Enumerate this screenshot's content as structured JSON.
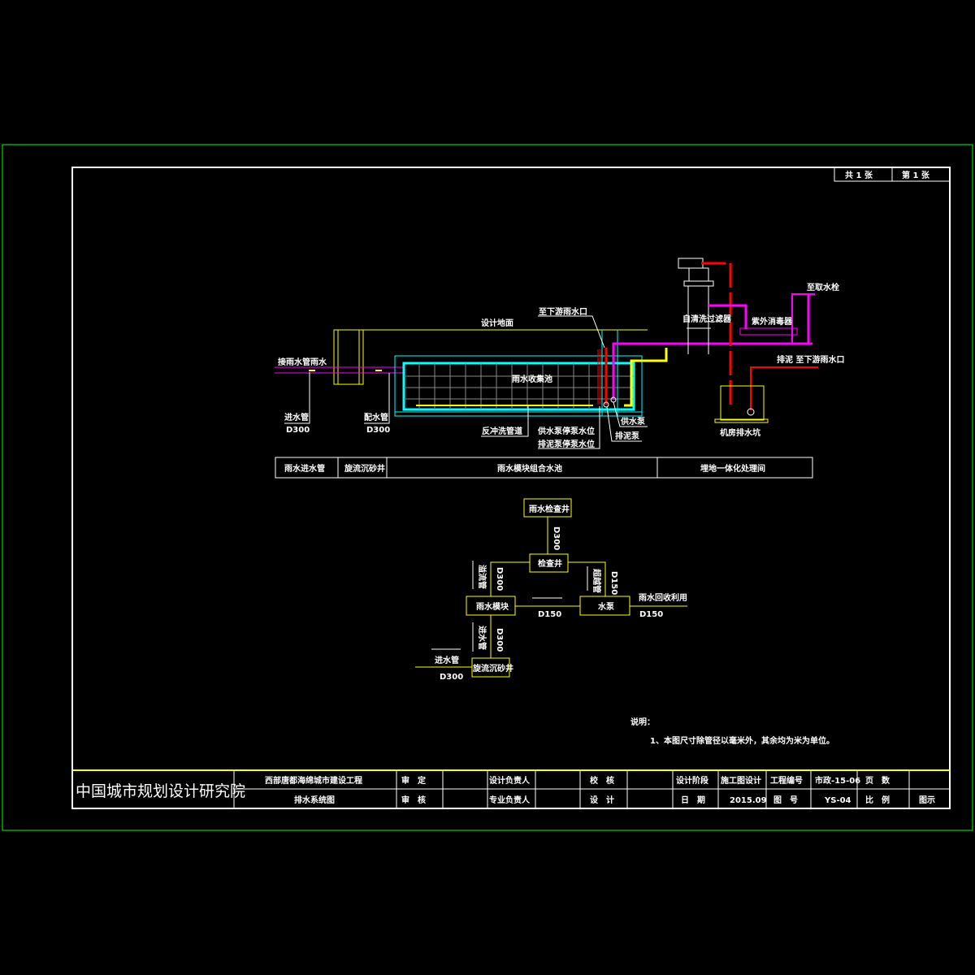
{
  "sheet": {
    "total": "共 1 张",
    "current": "第 1 张"
  },
  "section": {
    "ground": "设计地面",
    "inlet_rain": "接雨水管雨水",
    "inlet_pipe": "进水管",
    "inlet_d": "D300",
    "dist_pipe": "配水管",
    "dist_d": "D300",
    "tank": "雨水收集池",
    "to_outlet": "至下游雨水口",
    "backwash": "反冲洗管道",
    "supply_stop": "供水泵停泵水位",
    "sludge_stop": "排泥泵停泵水位",
    "supply_pump": "供水泵",
    "sludge_pump": "排泥泵",
    "filter": "自清洗过滤器",
    "uv": "紫外消毒器",
    "to_tap": "至取水栓",
    "sludge_out": "排泥 至下游雨水口",
    "sump": "机房排水坑",
    "legend": [
      "雨水进水管",
      "旋流沉砂井",
      "雨水模块组合水池",
      "埋地一体化处理间"
    ]
  },
  "flow": {
    "manhole_rain": "雨水检查井",
    "manhole": "检查井",
    "module": "雨水模块",
    "pump": "水泵",
    "grit": "旋流沉砂井",
    "d300_a": "D300",
    "d300_b": "D300",
    "d300_c": "D300",
    "d150_a": "D150",
    "d150_b": "D150",
    "d150_c": "D150",
    "overflow": "溢流管",
    "bypass": "超越管",
    "inlet_v": "进水管",
    "reuse": "雨水回收利用",
    "inlet": "进水管",
    "inlet_d": "D300"
  },
  "notes": {
    "title": "说明：",
    "item1": "1、本图尺寸除管径以毫米外，其余均为米为单位。"
  },
  "title_block": {
    "org": "中国城市规划设计研究院",
    "project": "西部唐都海绵城市建设工程",
    "drawing": "排水系统图",
    "approve": "审　定",
    "review": "审　核",
    "design_lead": "设计负责人",
    "discipline_lead": "专业负责人",
    "check": "校　核",
    "design": "设　计",
    "stage_label": "设计阶段",
    "stage": "施工图设计",
    "date_label": "日　期",
    "date": "2015.09",
    "proj_no_label": "工程编号",
    "proj_no": "市政-15-06",
    "dwg_no_label": "图　号",
    "dwg_no": "YS-04",
    "pages_label": "页　数",
    "scale_label": "比　例",
    "scale": "图示"
  },
  "colors": {
    "frame": "#00ff00",
    "yellow": "#ffff00",
    "cyan": "#00ffff",
    "magenta": "#ff00ff",
    "red": "#ff0000"
  }
}
